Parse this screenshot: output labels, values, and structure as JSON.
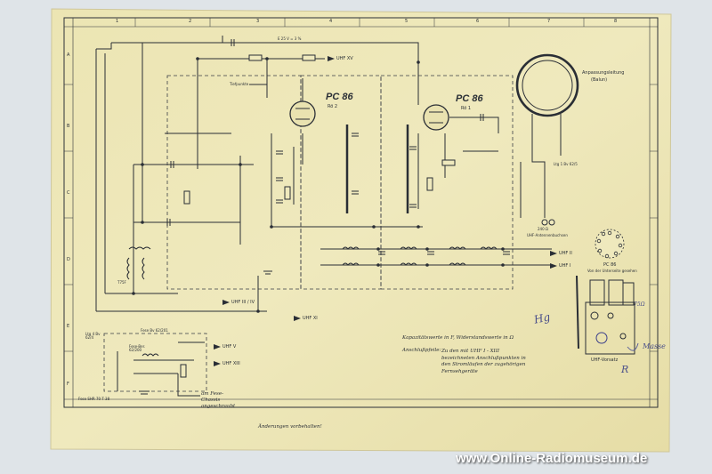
{
  "tubes": [
    {
      "type": "PC 86",
      "ref": "Rö 2"
    },
    {
      "type": "PC 86",
      "ref": "Rö 1"
    }
  ],
  "uhf_outputs": {
    "top": "UHF XV",
    "middle_a": "UHF II",
    "middle_b": "UHF I",
    "left_low": "UHF III / IV",
    "bottom": "UHF XI",
    "lower_a": "UHF V",
    "lower_b": "UHF XIII"
  },
  "antenna": {
    "title": "Anpassungsleitung",
    "subtitle": "(Balun)",
    "sockets": "UHF-Antennenbuchsen",
    "impedance": "240 Ω",
    "connector_label": "Ltg 1 Bv 62/5"
  },
  "tube_base": {
    "label": "PC 86",
    "sub": "Von der Unterseite gesehen"
  },
  "notes": {
    "values": "Kapazitätswerte in F,  Widerstandswerte in Ω",
    "connections_label": "Anschlußpfeile:",
    "connections_text": "Zu den mit UHF I - XIII bezeichneten Anschlußpunkten in den Stromläufen der zugehörigen Fernsehgeräte",
    "changes": "Änderungen vorbehalten!",
    "chassis": "am Fese-Chassis angeschraubt"
  },
  "lower_box": {
    "title": "Fese Bv 62/201",
    "part": "Fese-Ber. 62/200",
    "line": "Ltg 4  Bv 62/4",
    "footer": "Fese SHR 70 T 38"
  },
  "misc": {
    "tp": "Tiefpunkte",
    "ohm": "T75F",
    "voltage": "E 25 V = 3 %"
  },
  "module": {
    "caption": "UHF-Vorsatz",
    "hand1": "Hg",
    "hand2": "Masse",
    "hand3": "R",
    "hand4": "75Ω"
  },
  "grid": {
    "cols": [
      "1",
      "2",
      "3",
      "4",
      "5",
      "6",
      "7",
      "8"
    ],
    "rows": [
      "A",
      "B",
      "C",
      "D",
      "E",
      "F"
    ]
  },
  "watermark": "www.Online-Radiomuseum.de"
}
